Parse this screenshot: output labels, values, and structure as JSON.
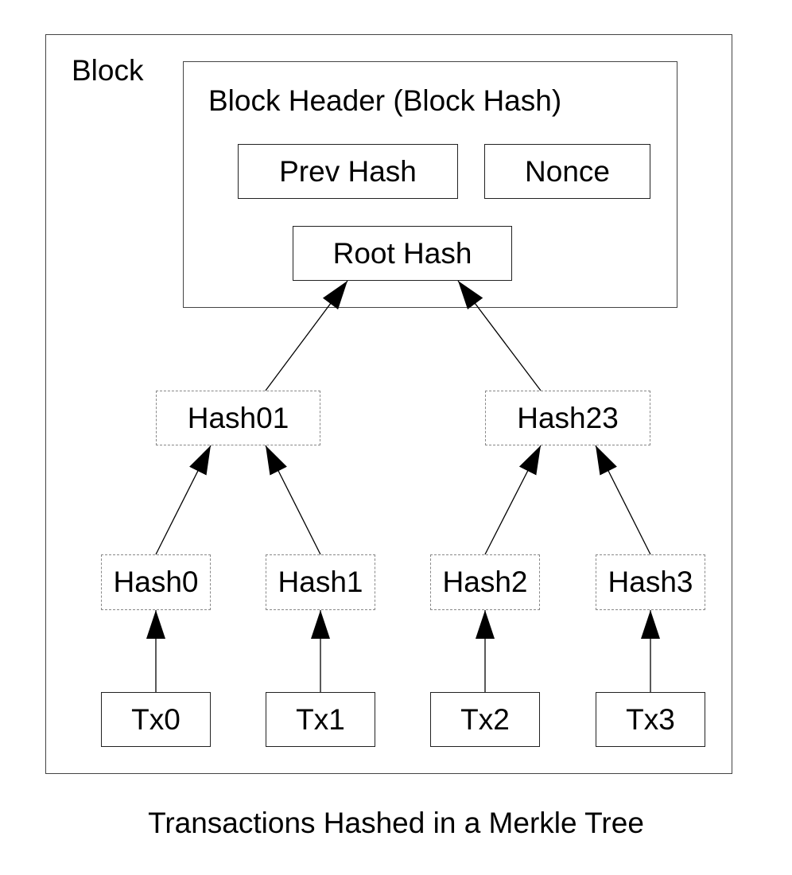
{
  "block": {
    "label": "Block",
    "header": {
      "label": "Block Header (Block Hash)",
      "prev_hash": "Prev Hash",
      "nonce": "Nonce",
      "root_hash": "Root Hash"
    }
  },
  "tree": {
    "level1": [
      "Hash01",
      "Hash23"
    ],
    "level2": [
      "Hash0",
      "Hash1",
      "Hash2",
      "Hash3"
    ],
    "transactions": [
      "Tx0",
      "Tx1",
      "Tx2",
      "Tx3"
    ]
  },
  "caption": "Transactions Hashed in a Merkle Tree"
}
